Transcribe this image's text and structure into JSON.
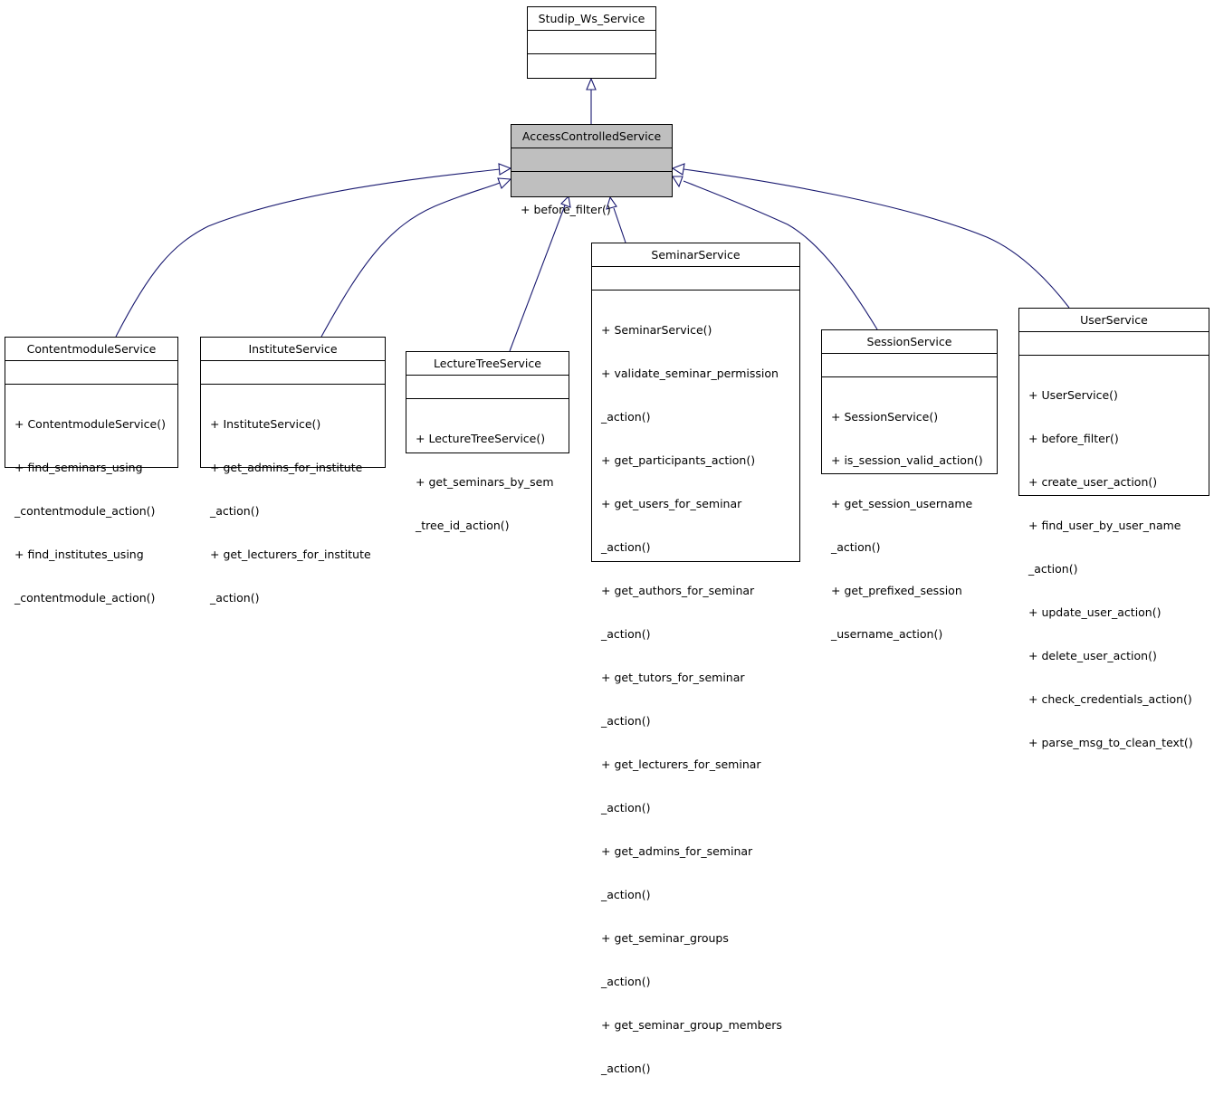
{
  "classes": {
    "studip_ws_service": {
      "name": "Studip_Ws_Service",
      "attributes": [],
      "operations": []
    },
    "access_controlled_service": {
      "name": "AccessControlledService",
      "attributes": [],
      "operations": [
        "+ before_filter()"
      ]
    },
    "contentmodule_service": {
      "name": "ContentmoduleService",
      "attributes": [],
      "operations": [
        "+ ContentmoduleService()",
        "+ find_seminars_using",
        "_contentmodule_action()",
        "+ find_institutes_using",
        "_contentmodule_action()"
      ]
    },
    "institute_service": {
      "name": "InstituteService",
      "attributes": [],
      "operations": [
        "+ InstituteService()",
        "+ get_admins_for_institute",
        "_action()",
        "+ get_lecturers_for_institute",
        "_action()"
      ]
    },
    "lecture_tree_service": {
      "name": "LectureTreeService",
      "attributes": [],
      "operations": [
        "+ LectureTreeService()",
        "+ get_seminars_by_sem",
        "_tree_id_action()"
      ]
    },
    "seminar_service": {
      "name": "SeminarService",
      "attributes": [],
      "operations": [
        "+ SeminarService()",
        "+ validate_seminar_permission",
        "_action()",
        "+ get_participants_action()",
        "+ get_users_for_seminar",
        "_action()",
        "+ get_authors_for_seminar",
        "_action()",
        "+ get_tutors_for_seminar",
        "_action()",
        "+ get_lecturers_for_seminar",
        "_action()",
        "+ get_admins_for_seminar",
        "_action()",
        "+ get_seminar_groups",
        "_action()",
        "+ get_seminar_group_members",
        "_action()"
      ]
    },
    "session_service": {
      "name": "SessionService",
      "attributes": [],
      "operations": [
        "+ SessionService()",
        "+ is_session_valid_action()",
        "+ get_session_username",
        "_action()",
        "+ get_prefixed_session",
        "_username_action()"
      ]
    },
    "user_service": {
      "name": "UserService",
      "attributes": [],
      "operations": [
        "+ UserService()",
        "+ before_filter()",
        "+ create_user_action()",
        "+ find_user_by_user_name",
        "_action()",
        "+ update_user_action()",
        "+ delete_user_action()",
        "+ check_credentials_action()",
        "+ parse_msg_to_clean_text()"
      ]
    }
  },
  "inheritance": [
    {
      "child": "access_controlled_service",
      "parent": "studip_ws_service"
    },
    {
      "child": "contentmodule_service",
      "parent": "access_controlled_service"
    },
    {
      "child": "institute_service",
      "parent": "access_controlled_service"
    },
    {
      "child": "lecture_tree_service",
      "parent": "access_controlled_service"
    },
    {
      "child": "seminar_service",
      "parent": "access_controlled_service"
    },
    {
      "child": "session_service",
      "parent": "access_controlled_service"
    },
    {
      "child": "user_service",
      "parent": "access_controlled_service"
    }
  ],
  "colors": {
    "edge": "#191970",
    "highlight_fill": "#bfbfbf",
    "box_border": "#000000"
  }
}
